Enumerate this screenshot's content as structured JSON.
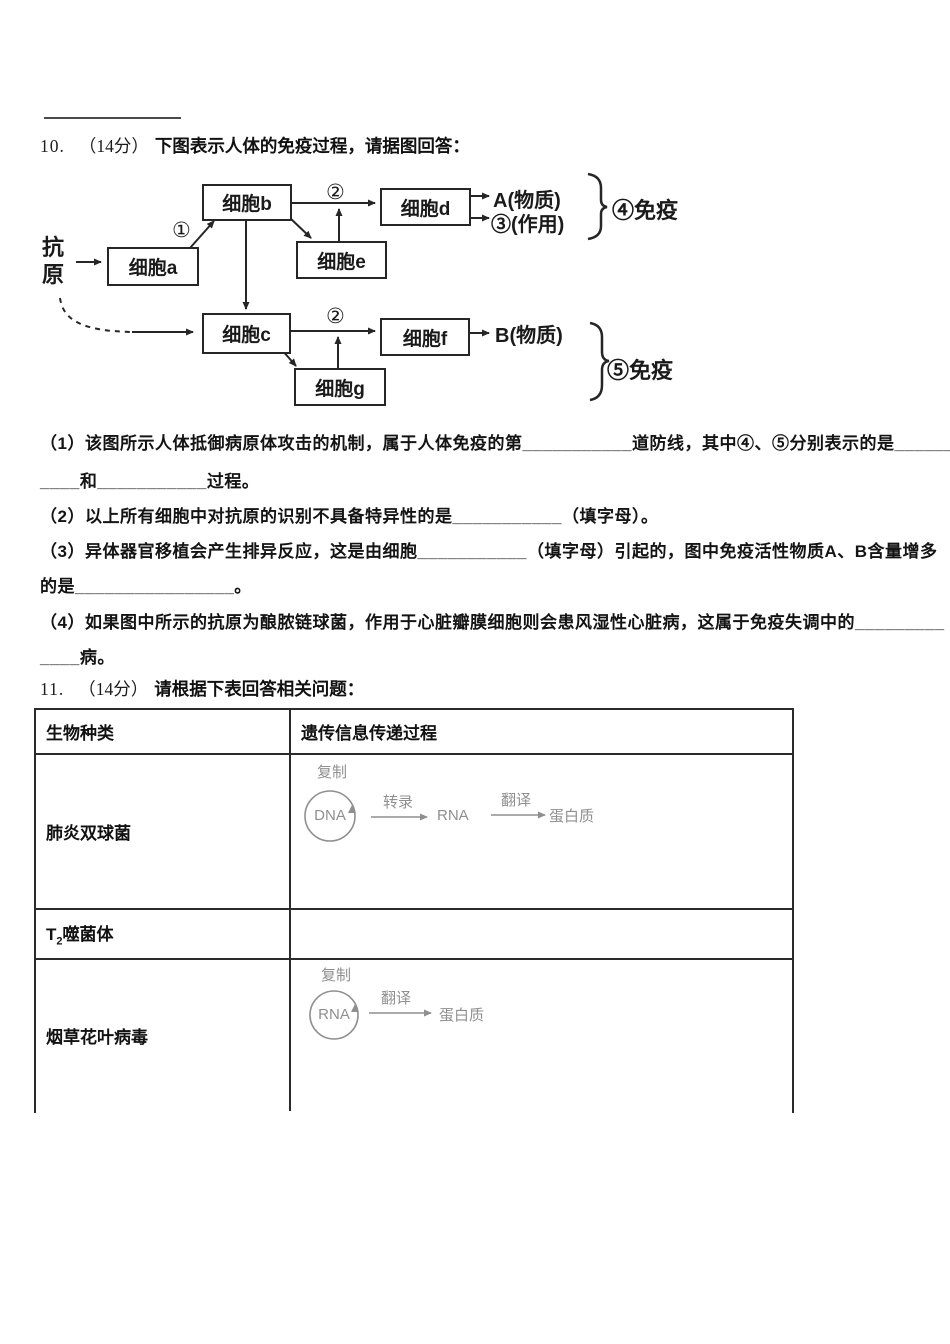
{
  "q10": {
    "number": "10.",
    "score": "（14分）",
    "stem": "下图表示人体的免疫过程，请据图回答：",
    "figure": {
      "antigen": "抗\n原",
      "box_a": "细胞a",
      "box_b": "细胞b",
      "box_c": "细胞c",
      "box_d": "细胞d",
      "box_e": "细胞e",
      "box_f": "细胞f",
      "box_g": "细胞g",
      "num_1": "①",
      "num_2_top": "②",
      "num_2_bottom": "②",
      "out_a": "A(物质)",
      "out_3": "③(作用)",
      "imm_4": "④免疫",
      "out_b": "B(物质)",
      "imm_5": "⑤免疫"
    },
    "sub_1a": "（1）该图所示人体抵御病原体攻击的机制，属于人体免疫的第___________道防线，其中④、⑤分别表示的是_______",
    "sub_1b": "____和___________过程。",
    "sub_2": "（2）以上所有细胞中对抗原的识别不具备特异性的是___________（填字母）。",
    "sub_3a": "（3）异体器官移植会产生排异反应，这是由细胞___________（填字母）引起的，图中免疫活性物质A、B含量增多",
    "sub_3b": "的是________________。",
    "sub_4a": "（4）如果图中所示的抗原为酿脓链球菌，作用于心脏瓣膜细胞则会患风湿性心脏病，这属于免疫失调中的_________",
    "sub_4b": "____病。"
  },
  "q11": {
    "number": "11.",
    "score": "（14分）",
    "stem": "请根据下表回答相关问题：",
    "table": {
      "header_species": "生物种类",
      "header_process": "遗传信息传递过程",
      "row1_species": "肺炎双球菌",
      "row2_species_pre": "T",
      "row2_species_sub": "2",
      "row2_species_rest": "噬菌体",
      "row3_species": "烟草花叶病毒",
      "dna_diagram": {
        "replicate": "复制",
        "node1": "DNA",
        "arrow1": "转录",
        "node2": "RNA",
        "arrow2": "翻译",
        "node3": "蛋白质"
      },
      "rna_diagram": {
        "replicate": "复制",
        "node1": "RNA",
        "arrow1": "翻译",
        "node2": "蛋白质"
      }
    }
  }
}
